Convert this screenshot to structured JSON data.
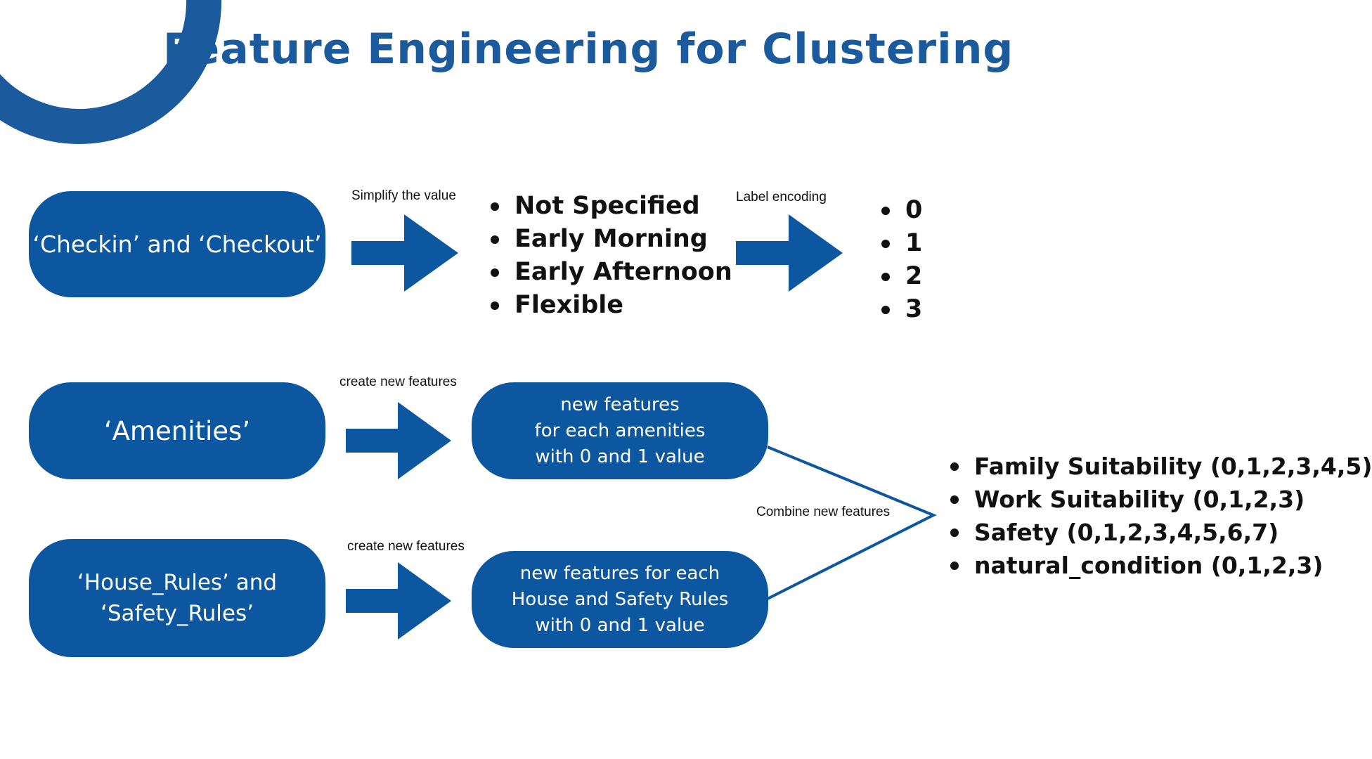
{
  "title": "Feature Engineering for Clustering",
  "colors": {
    "accent": "#0d57a0",
    "decoration": "#1b5a9c",
    "text": "#111111"
  },
  "row1": {
    "source": "‘Checkin’ and ‘Checkout’",
    "arrow1_label": "Simplify the value",
    "values": [
      "Not Specified",
      "Early Morning",
      "Early Afternoon",
      "Flexible"
    ],
    "arrow2_label": "Label encoding",
    "codes": [
      "0",
      "1",
      "2",
      "3"
    ]
  },
  "row2": {
    "source": "‘Amenities’",
    "arrow_label": "create new features",
    "result": "new features\nfor each amenities\nwith 0 and 1 value"
  },
  "row3": {
    "source": "‘House_Rules’ and\n‘Safety_Rules’",
    "arrow_label": "create new features",
    "result": "new features for each\nHouse and Safety Rules\nwith 0 and 1 value"
  },
  "combine": {
    "label": "Combine new features",
    "outputs": [
      "Family Suitability (0,1,2,3,4,5)",
      "Work Suitability (0,1,2,3)",
      "Safety (0,1,2,3,4,5,6,7)",
      "natural_condition (0,1,2,3)"
    ]
  }
}
